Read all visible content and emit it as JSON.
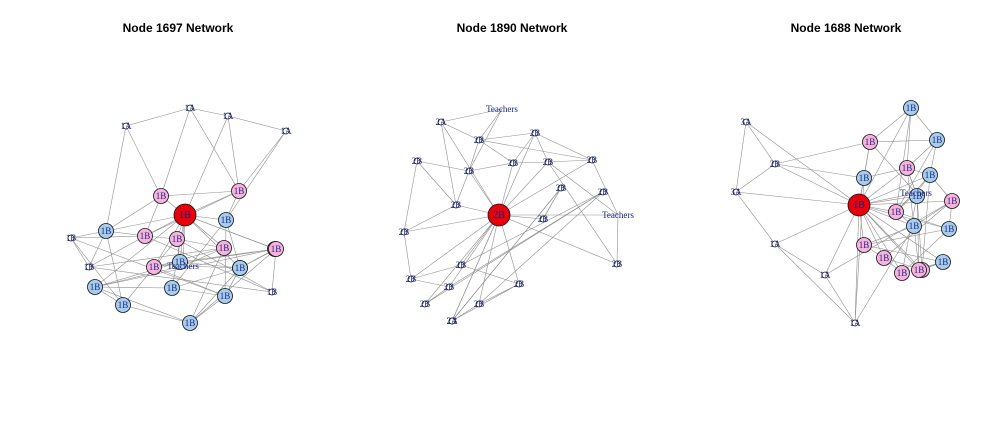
{
  "colors": {
    "ego": "#e8000b",
    "pink": "#f7b3dd",
    "blue": "#a6cdee",
    "small": "#ffffff",
    "edge": "#8f8f8f",
    "label": "#1a237e"
  },
  "networks": [
    {
      "title": "Node 1697 Network",
      "nodes": [
        {
          "id": "ego",
          "label": "1B",
          "kind": "ego"
        },
        {
          "id": "a",
          "label": "1A",
          "kind": "small"
        },
        {
          "id": "b",
          "label": "1A",
          "kind": "small"
        },
        {
          "id": "c",
          "label": "1A",
          "kind": "small"
        },
        {
          "id": "d",
          "label": "1A",
          "kind": "small"
        },
        {
          "id": "e",
          "label": "1B",
          "kind": "pink"
        },
        {
          "id": "f",
          "label": "1B",
          "kind": "pink"
        },
        {
          "id": "g",
          "label": "1B",
          "kind": "blue"
        },
        {
          "id": "h",
          "label": "1B",
          "kind": "blue"
        },
        {
          "id": "i",
          "label": "1B",
          "kind": "pink"
        },
        {
          "id": "j",
          "label": "1B",
          "kind": "pink"
        },
        {
          "id": "k",
          "label": "1B",
          "kind": "pink"
        },
        {
          "id": "l",
          "label": "1B",
          "kind": "pink"
        },
        {
          "id": "m",
          "label": "1B",
          "kind": "blue"
        },
        {
          "id": "n",
          "label": "1B",
          "kind": "pink"
        },
        {
          "id": "o",
          "label": "1B",
          "kind": "pink"
        },
        {
          "id": "p",
          "label": "1B",
          "kind": "blue"
        },
        {
          "id": "q",
          "label": "1B",
          "kind": "blue"
        },
        {
          "id": "r",
          "label": "1B",
          "kind": "blue"
        },
        {
          "id": "s",
          "label": "1B",
          "kind": "blue"
        },
        {
          "id": "t",
          "label": "1B",
          "kind": "blue"
        },
        {
          "id": "u",
          "label": "1B",
          "kind": "small"
        },
        {
          "id": "v",
          "label": "1B",
          "kind": "small"
        },
        {
          "id": "w",
          "label": "1B",
          "kind": "small"
        },
        {
          "id": "x",
          "label": "1B",
          "kind": "pink"
        },
        {
          "id": "y",
          "label": "1B",
          "kind": "blue"
        },
        {
          "id": "teachers",
          "label": "Teachers",
          "kind": "text"
        }
      ],
      "edges": [
        [
          "a",
          "b"
        ],
        [
          "b",
          "c"
        ],
        [
          "c",
          "d"
        ],
        [
          "a",
          "e"
        ],
        [
          "b",
          "e"
        ],
        [
          "b",
          "f"
        ],
        [
          "c",
          "f"
        ],
        [
          "c",
          "ego"
        ],
        [
          "d",
          "f"
        ],
        [
          "d",
          "g"
        ],
        [
          "a",
          "h"
        ],
        [
          "e",
          "ego"
        ],
        [
          "f",
          "ego"
        ],
        [
          "e",
          "f"
        ],
        [
          "e",
          "i"
        ],
        [
          "ego",
          "g"
        ],
        [
          "ego",
          "h"
        ],
        [
          "ego",
          "i"
        ],
        [
          "ego",
          "j"
        ],
        [
          "ego",
          "k"
        ],
        [
          "ego",
          "l"
        ],
        [
          "ego",
          "m"
        ],
        [
          "ego",
          "n"
        ],
        [
          "ego",
          "o"
        ],
        [
          "ego",
          "p"
        ],
        [
          "ego",
          "q"
        ],
        [
          "ego",
          "teachers"
        ],
        [
          "h",
          "i"
        ],
        [
          "h",
          "r"
        ],
        [
          "i",
          "j"
        ],
        [
          "j",
          "k"
        ],
        [
          "k",
          "l"
        ],
        [
          "l",
          "m"
        ],
        [
          "m",
          "n"
        ],
        [
          "n",
          "o"
        ],
        [
          "o",
          "p"
        ],
        [
          "p",
          "q"
        ],
        [
          "q",
          "r"
        ],
        [
          "r",
          "s"
        ],
        [
          "s",
          "t"
        ],
        [
          "t",
          "u"
        ],
        [
          "u",
          "v"
        ],
        [
          "v",
          "w"
        ],
        [
          "w",
          "x"
        ],
        [
          "x",
          "y"
        ],
        [
          "y",
          "s"
        ],
        [
          "h",
          "u"
        ],
        [
          "h",
          "v"
        ],
        [
          "i",
          "v"
        ],
        [
          "i",
          "w"
        ],
        [
          "j",
          "m"
        ],
        [
          "k",
          "teachers"
        ],
        [
          "l",
          "x"
        ],
        [
          "m",
          "y"
        ],
        [
          "n",
          "q"
        ],
        [
          "o",
          "t"
        ],
        [
          "p",
          "t"
        ],
        [
          "q",
          "s"
        ],
        [
          "r",
          "u"
        ],
        [
          "s",
          "x"
        ],
        [
          "t",
          "y"
        ],
        [
          "g",
          "o"
        ],
        [
          "g",
          "p"
        ],
        [
          "g",
          "t"
        ],
        [
          "f",
          "g"
        ],
        [
          "f",
          "i"
        ],
        [
          "e",
          "h"
        ],
        [
          "teachers",
          "q"
        ],
        [
          "teachers",
          "m"
        ],
        [
          "teachers",
          "y"
        ],
        [
          "x",
          "ego"
        ],
        [
          "w",
          "j"
        ],
        [
          "v",
          "k"
        ],
        [
          "u",
          "i"
        ],
        [
          "r",
          "j"
        ],
        [
          "s",
          "k"
        ],
        [
          "t",
          "l"
        ],
        [
          "y",
          "o"
        ],
        [
          "m",
          "q"
        ]
      ]
    },
    {
      "title": "Node 1890 Network",
      "nodes": [
        {
          "id": "ego",
          "label": "2B",
          "kind": "ego"
        },
        {
          "id": "t1",
          "label": "Teachers",
          "kind": "text"
        },
        {
          "id": "t2",
          "label": "Teachers",
          "kind": "text"
        },
        {
          "id": "a",
          "label": "2A",
          "kind": "small"
        },
        {
          "id": "b",
          "label": "2B",
          "kind": "small"
        },
        {
          "id": "c",
          "label": "2B",
          "kind": "small"
        },
        {
          "id": "d",
          "label": "2B",
          "kind": "small"
        },
        {
          "id": "e",
          "label": "2B",
          "kind": "small"
        },
        {
          "id": "f",
          "label": "2B",
          "kind": "small"
        },
        {
          "id": "g",
          "label": "2B",
          "kind": "small"
        },
        {
          "id": "h",
          "label": "2B",
          "kind": "small"
        },
        {
          "id": "i",
          "label": "2B",
          "kind": "small"
        },
        {
          "id": "j",
          "label": "2B",
          "kind": "small"
        },
        {
          "id": "k",
          "label": "2B",
          "kind": "small"
        },
        {
          "id": "l",
          "label": "2B",
          "kind": "small"
        },
        {
          "id": "m",
          "label": "2B",
          "kind": "small"
        },
        {
          "id": "n",
          "label": "2B",
          "kind": "small"
        },
        {
          "id": "o",
          "label": "2B",
          "kind": "small"
        },
        {
          "id": "p",
          "label": "2B",
          "kind": "small"
        },
        {
          "id": "q",
          "label": "2B",
          "kind": "small"
        },
        {
          "id": "r",
          "label": "2B",
          "kind": "small"
        },
        {
          "id": "s",
          "label": "2B",
          "kind": "small"
        },
        {
          "id": "u",
          "label": "2B",
          "kind": "small"
        },
        {
          "id": "v",
          "label": "2A",
          "kind": "small"
        },
        {
          "id": "w",
          "label": "2B",
          "kind": "small"
        }
      ],
      "edges": [
        [
          "t1",
          "a"
        ],
        [
          "t1",
          "c"
        ],
        [
          "t1",
          "d"
        ],
        [
          "a",
          "e"
        ],
        [
          "a",
          "d"
        ],
        [
          "a",
          "ego"
        ],
        [
          "b",
          "e"
        ],
        [
          "b",
          "c"
        ],
        [
          "c",
          "f"
        ],
        [
          "c",
          "ego"
        ],
        [
          "d",
          "f"
        ],
        [
          "d",
          "g"
        ],
        [
          "e",
          "h"
        ],
        [
          "e",
          "ego"
        ],
        [
          "f",
          "ego"
        ],
        [
          "f",
          "i"
        ],
        [
          "g",
          "ego"
        ],
        [
          "g",
          "j"
        ],
        [
          "h",
          "ego"
        ],
        [
          "h",
          "k"
        ],
        [
          "i",
          "ego"
        ],
        [
          "i",
          "j"
        ],
        [
          "j",
          "t2"
        ],
        [
          "j",
          "ego"
        ],
        [
          "k",
          "ego"
        ],
        [
          "k",
          "m"
        ],
        [
          "l",
          "ego"
        ],
        [
          "l",
          "n"
        ],
        [
          "m",
          "ego"
        ],
        [
          "m",
          "o"
        ],
        [
          "n",
          "ego"
        ],
        [
          "n",
          "p"
        ],
        [
          "o",
          "ego"
        ],
        [
          "p",
          "q"
        ],
        [
          "p",
          "ego"
        ],
        [
          "q",
          "r"
        ],
        [
          "q",
          "ego"
        ],
        [
          "r",
          "s"
        ],
        [
          "s",
          "ego"
        ],
        [
          "t2",
          "u"
        ],
        [
          "t2",
          "ego"
        ],
        [
          "u",
          "i"
        ],
        [
          "v",
          "q"
        ],
        [
          "v",
          "r"
        ],
        [
          "v",
          "ego"
        ],
        [
          "w",
          "o"
        ],
        [
          "w",
          "p"
        ],
        [
          "c",
          "d"
        ],
        [
          "f",
          "g"
        ],
        [
          "g",
          "i"
        ],
        [
          "i",
          "t2"
        ],
        [
          "e",
          "c"
        ],
        [
          "h",
          "b"
        ],
        [
          "k",
          "l"
        ],
        [
          "l",
          "w"
        ],
        [
          "m",
          "w"
        ],
        [
          "s",
          "r"
        ],
        [
          "n",
          "q"
        ],
        [
          "ego",
          "u"
        ],
        [
          "d",
          "j"
        ]
      ]
    },
    {
      "title": "Node 1688 Network",
      "nodes": [
        {
          "id": "ego",
          "label": "1B",
          "kind": "ego"
        },
        {
          "id": "a",
          "label": "3A",
          "kind": "small"
        },
        {
          "id": "b",
          "label": "3A",
          "kind": "small"
        },
        {
          "id": "c",
          "label": "2B",
          "kind": "small"
        },
        {
          "id": "d",
          "label": "1A",
          "kind": "small"
        },
        {
          "id": "e",
          "label": "1A",
          "kind": "small"
        },
        {
          "id": "f",
          "label": "1A",
          "kind": "small"
        },
        {
          "id": "g",
          "label": "1B",
          "kind": "blue"
        },
        {
          "id": "h",
          "label": "1B",
          "kind": "pink"
        },
        {
          "id": "i",
          "label": "1B",
          "kind": "blue"
        },
        {
          "id": "j",
          "label": "1B",
          "kind": "blue"
        },
        {
          "id": "k",
          "label": "1B",
          "kind": "pink"
        },
        {
          "id": "l",
          "label": "1B",
          "kind": "blue"
        },
        {
          "id": "m",
          "label": "1B",
          "kind": "pink"
        },
        {
          "id": "n",
          "label": "1B",
          "kind": "blue"
        },
        {
          "id": "o",
          "label": "1B",
          "kind": "pink"
        },
        {
          "id": "p",
          "label": "1B",
          "kind": "blue"
        },
        {
          "id": "q",
          "label": "1B",
          "kind": "pink"
        },
        {
          "id": "r",
          "label": "1B",
          "kind": "pink"
        },
        {
          "id": "s",
          "label": "1B",
          "kind": "pink"
        },
        {
          "id": "t",
          "label": "1B",
          "kind": "blue"
        },
        {
          "id": "u",
          "label": "1B",
          "kind": "pink"
        },
        {
          "id": "v",
          "label": "1B",
          "kind": "blue"
        },
        {
          "id": "w",
          "label": "1B",
          "kind": "pink"
        },
        {
          "id": "teachers",
          "label": "Teachers",
          "kind": "text"
        }
      ],
      "edges": [
        [
          "a",
          "c"
        ],
        [
          "a",
          "b"
        ],
        [
          "a",
          "ego"
        ],
        [
          "b",
          "c"
        ],
        [
          "b",
          "d"
        ],
        [
          "b",
          "ego"
        ],
        [
          "c",
          "ego"
        ],
        [
          "c",
          "g"
        ],
        [
          "d",
          "ego"
        ],
        [
          "d",
          "e"
        ],
        [
          "e",
          "ego"
        ],
        [
          "e",
          "f"
        ],
        [
          "f",
          "ego"
        ],
        [
          "f",
          "g"
        ],
        [
          "g",
          "ego"
        ],
        [
          "g",
          "h"
        ],
        [
          "h",
          "ego"
        ],
        [
          "h",
          "i"
        ],
        [
          "i",
          "ego"
        ],
        [
          "i",
          "j"
        ],
        [
          "j",
          "k"
        ],
        [
          "k",
          "ego"
        ],
        [
          "k",
          "l"
        ],
        [
          "l",
          "ego"
        ],
        [
          "l",
          "m"
        ],
        [
          "m",
          "ego"
        ],
        [
          "m",
          "n"
        ],
        [
          "n",
          "ego"
        ],
        [
          "n",
          "o"
        ],
        [
          "o",
          "ego"
        ],
        [
          "o",
          "p"
        ],
        [
          "p",
          "ego"
        ],
        [
          "p",
          "q"
        ],
        [
          "q",
          "ego"
        ],
        [
          "q",
          "r"
        ],
        [
          "r",
          "ego"
        ],
        [
          "r",
          "s"
        ],
        [
          "s",
          "ego"
        ],
        [
          "s",
          "t"
        ],
        [
          "t",
          "ego"
        ],
        [
          "t",
          "u"
        ],
        [
          "u",
          "v"
        ],
        [
          "v",
          "w"
        ],
        [
          "w",
          "ego"
        ],
        [
          "teachers",
          "ego"
        ],
        [
          "teachers",
          "k"
        ],
        [
          "teachers",
          "l"
        ],
        [
          "teachers",
          "m"
        ],
        [
          "h",
          "teachers"
        ],
        [
          "i",
          "k"
        ],
        [
          "j",
          "l"
        ],
        [
          "j",
          "m"
        ],
        [
          "k",
          "n"
        ],
        [
          "l",
          "o"
        ],
        [
          "m",
          "p"
        ],
        [
          "n",
          "q"
        ],
        [
          "o",
          "r"
        ],
        [
          "p",
          "s"
        ],
        [
          "q",
          "t"
        ],
        [
          "r",
          "u"
        ],
        [
          "s",
          "v"
        ],
        [
          "t",
          "w"
        ],
        [
          "u",
          "ego"
        ],
        [
          "v",
          "ego"
        ],
        [
          "h",
          "j"
        ],
        [
          "g",
          "k"
        ],
        [
          "i",
          "m"
        ],
        [
          "f",
          "n"
        ],
        [
          "e",
          "o"
        ],
        [
          "d",
          "f"
        ],
        [
          "c",
          "h"
        ],
        [
          "w",
          "n"
        ],
        [
          "v",
          "k"
        ],
        [
          "u",
          "l"
        ]
      ]
    }
  ]
}
